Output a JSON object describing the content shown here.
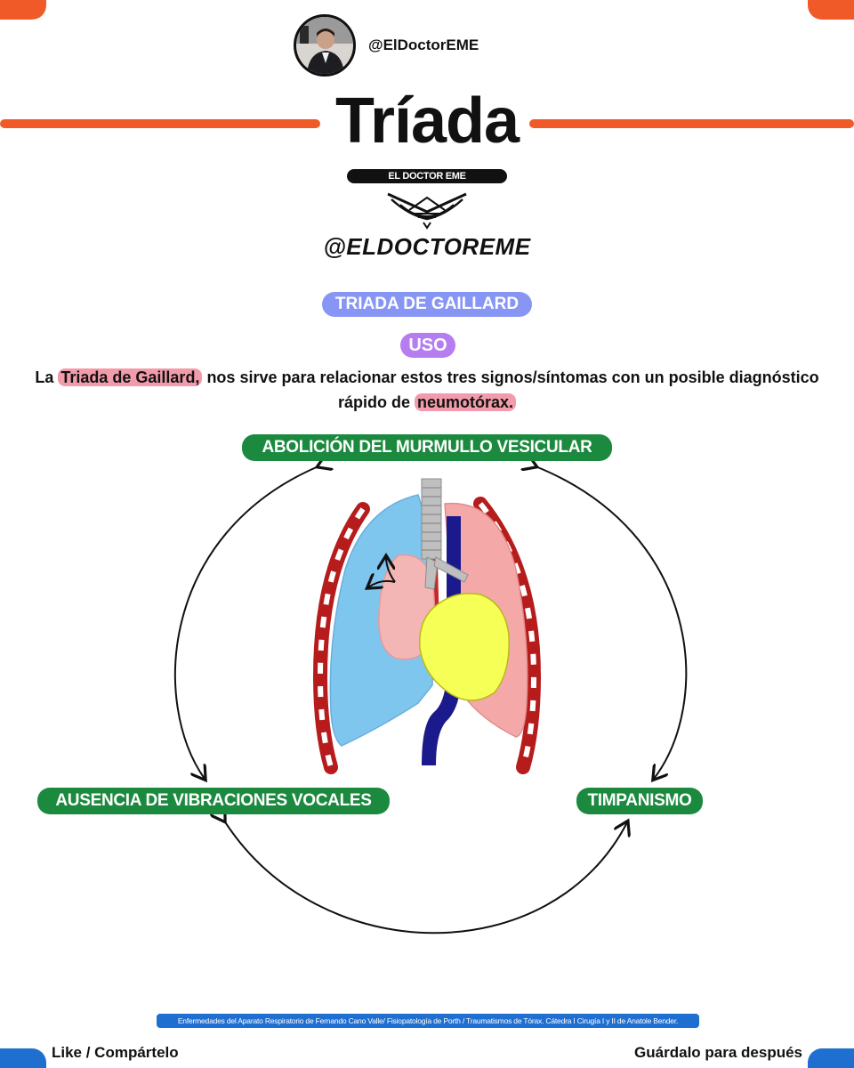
{
  "header": {
    "handle": "@ElDoctorEME",
    "title": "Tríada",
    "brand_name": "EL DOCTOR EME",
    "brand_handle": "@ELDOCTOREME"
  },
  "section": {
    "triad_label": "TRIADA DE GAILLARD",
    "use_label": "USO"
  },
  "description": {
    "part1": "La ",
    "highlight1": "Triada de Gaillard,",
    "part2": " nos sirve para relacionar estos tres signos/síntomas con un posible diagnóstico rápido de ",
    "highlight2": "neumotórax."
  },
  "signs": {
    "top": "ABOLICIÓN DEL MURMULLO VESICULAR",
    "left": "AUSENCIA DE VIBRACIONES VOCALES",
    "right": "TIMPANISMO"
  },
  "footer": {
    "reference": "Enfermedades del Aparato Respiratorio de Fernando Cano Valle/ Fisiopatología de Porth / Traumatismos de Tórax. Cátedra I Cirugía I y II de Anatole Bender.",
    "left": "Like / Compártelo",
    "right": "Guárdalo para después"
  },
  "colors": {
    "accent_orange": "#f05a28",
    "accent_blue": "#1f6fd1",
    "label_green": "#1b8a3e",
    "pill_blue": "#8796f5",
    "pill_purple": "#b57df0",
    "highlight_pink": "#f29bab"
  },
  "icons": [
    "avatar-photo",
    "brand-emblem",
    "lungs-illustration",
    "cycle-arrows"
  ]
}
